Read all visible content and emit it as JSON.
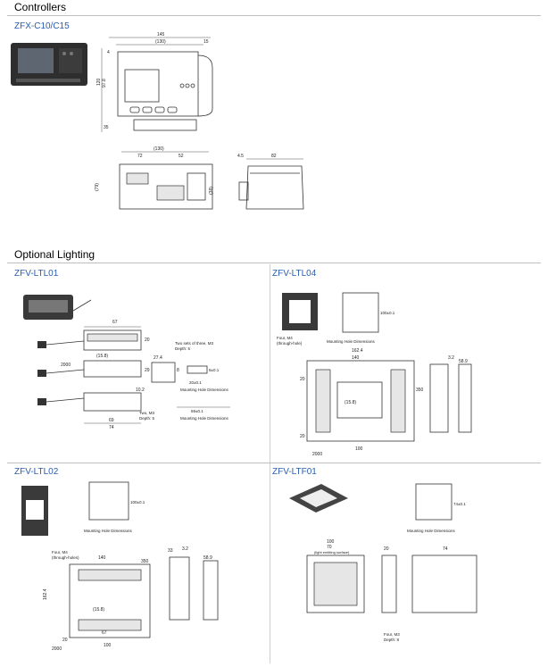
{
  "sections": {
    "controllers": "Controllers",
    "optional_lighting": "Optional Lighting"
  },
  "models": {
    "controller": "ZFX-C10/C15",
    "ltl01": "ZFV-LTL01",
    "ltl04": "ZFV-LTL04",
    "ltl02": "ZFV-LTL02",
    "ltf01": "ZFV-LTF01"
  },
  "controller_dims": {
    "width": "145",
    "inner": "(130)",
    "side15": "15",
    "height": "120",
    "h97": "97.8",
    "h35": "35",
    "h4": "4",
    "front72": "72",
    "front52": "52",
    "front130": "(130)",
    "side45": "4.5",
    "side82": "82",
    "h38": "(38)",
    "h79": "(79)"
  },
  "ltl01_dims": {
    "w67": "67",
    "pitch": "(15.8)",
    "h20": "20",
    "h29": "29",
    "d274": "27.4",
    "cable": "2000",
    "w69": "69",
    "w74": "74",
    "h8": "8",
    "h102": "10.2",
    "m3a": "Two sets of three, M3",
    "depth5a": "Depth: 5",
    "m3b": "Two, M3",
    "depth5b": "Depth: 5",
    "hole1": "6±0.1",
    "hole2": "20±0.1",
    "hole3": "69±0.1",
    "mount_label": "Mounting Hole Dimensions"
  },
  "ltl04_dims": {
    "sq": "100±0.1",
    "mount_label": "Mounting Hole Dimensions",
    "m4": "Four, M4",
    "through": "(through-hole)",
    "d1624": "162.4",
    "d140": "140",
    "d100": "100",
    "d20": "20",
    "pitch": "(15.8)",
    "cable": "2000",
    "d58": "58.9",
    "d32": "3.2",
    "d350": "350"
  },
  "ltl02_dims": {
    "sq": "100±0.1",
    "mount_label": "Mounting Hole Dimensions",
    "m4": "Four, M4",
    "through": "(through-holes)",
    "d140": "140",
    "d1624": "162.4",
    "d100": "100",
    "d67": "67",
    "pitch": "(15.8)",
    "cable": "2000",
    "d20": "20",
    "d33": "33",
    "d32": "3.2",
    "d58": "58.9",
    "d350": "350"
  },
  "ltf01_dims": {
    "sq": "74±0.1",
    "mount_label": "Mounting Hole Dimensions",
    "d100": "100",
    "d70": "70",
    "light_surface": "(light emitting surface)",
    "d74": "74",
    "d20": "20",
    "m3": "Four, M3",
    "depth": "Depth: 8"
  }
}
